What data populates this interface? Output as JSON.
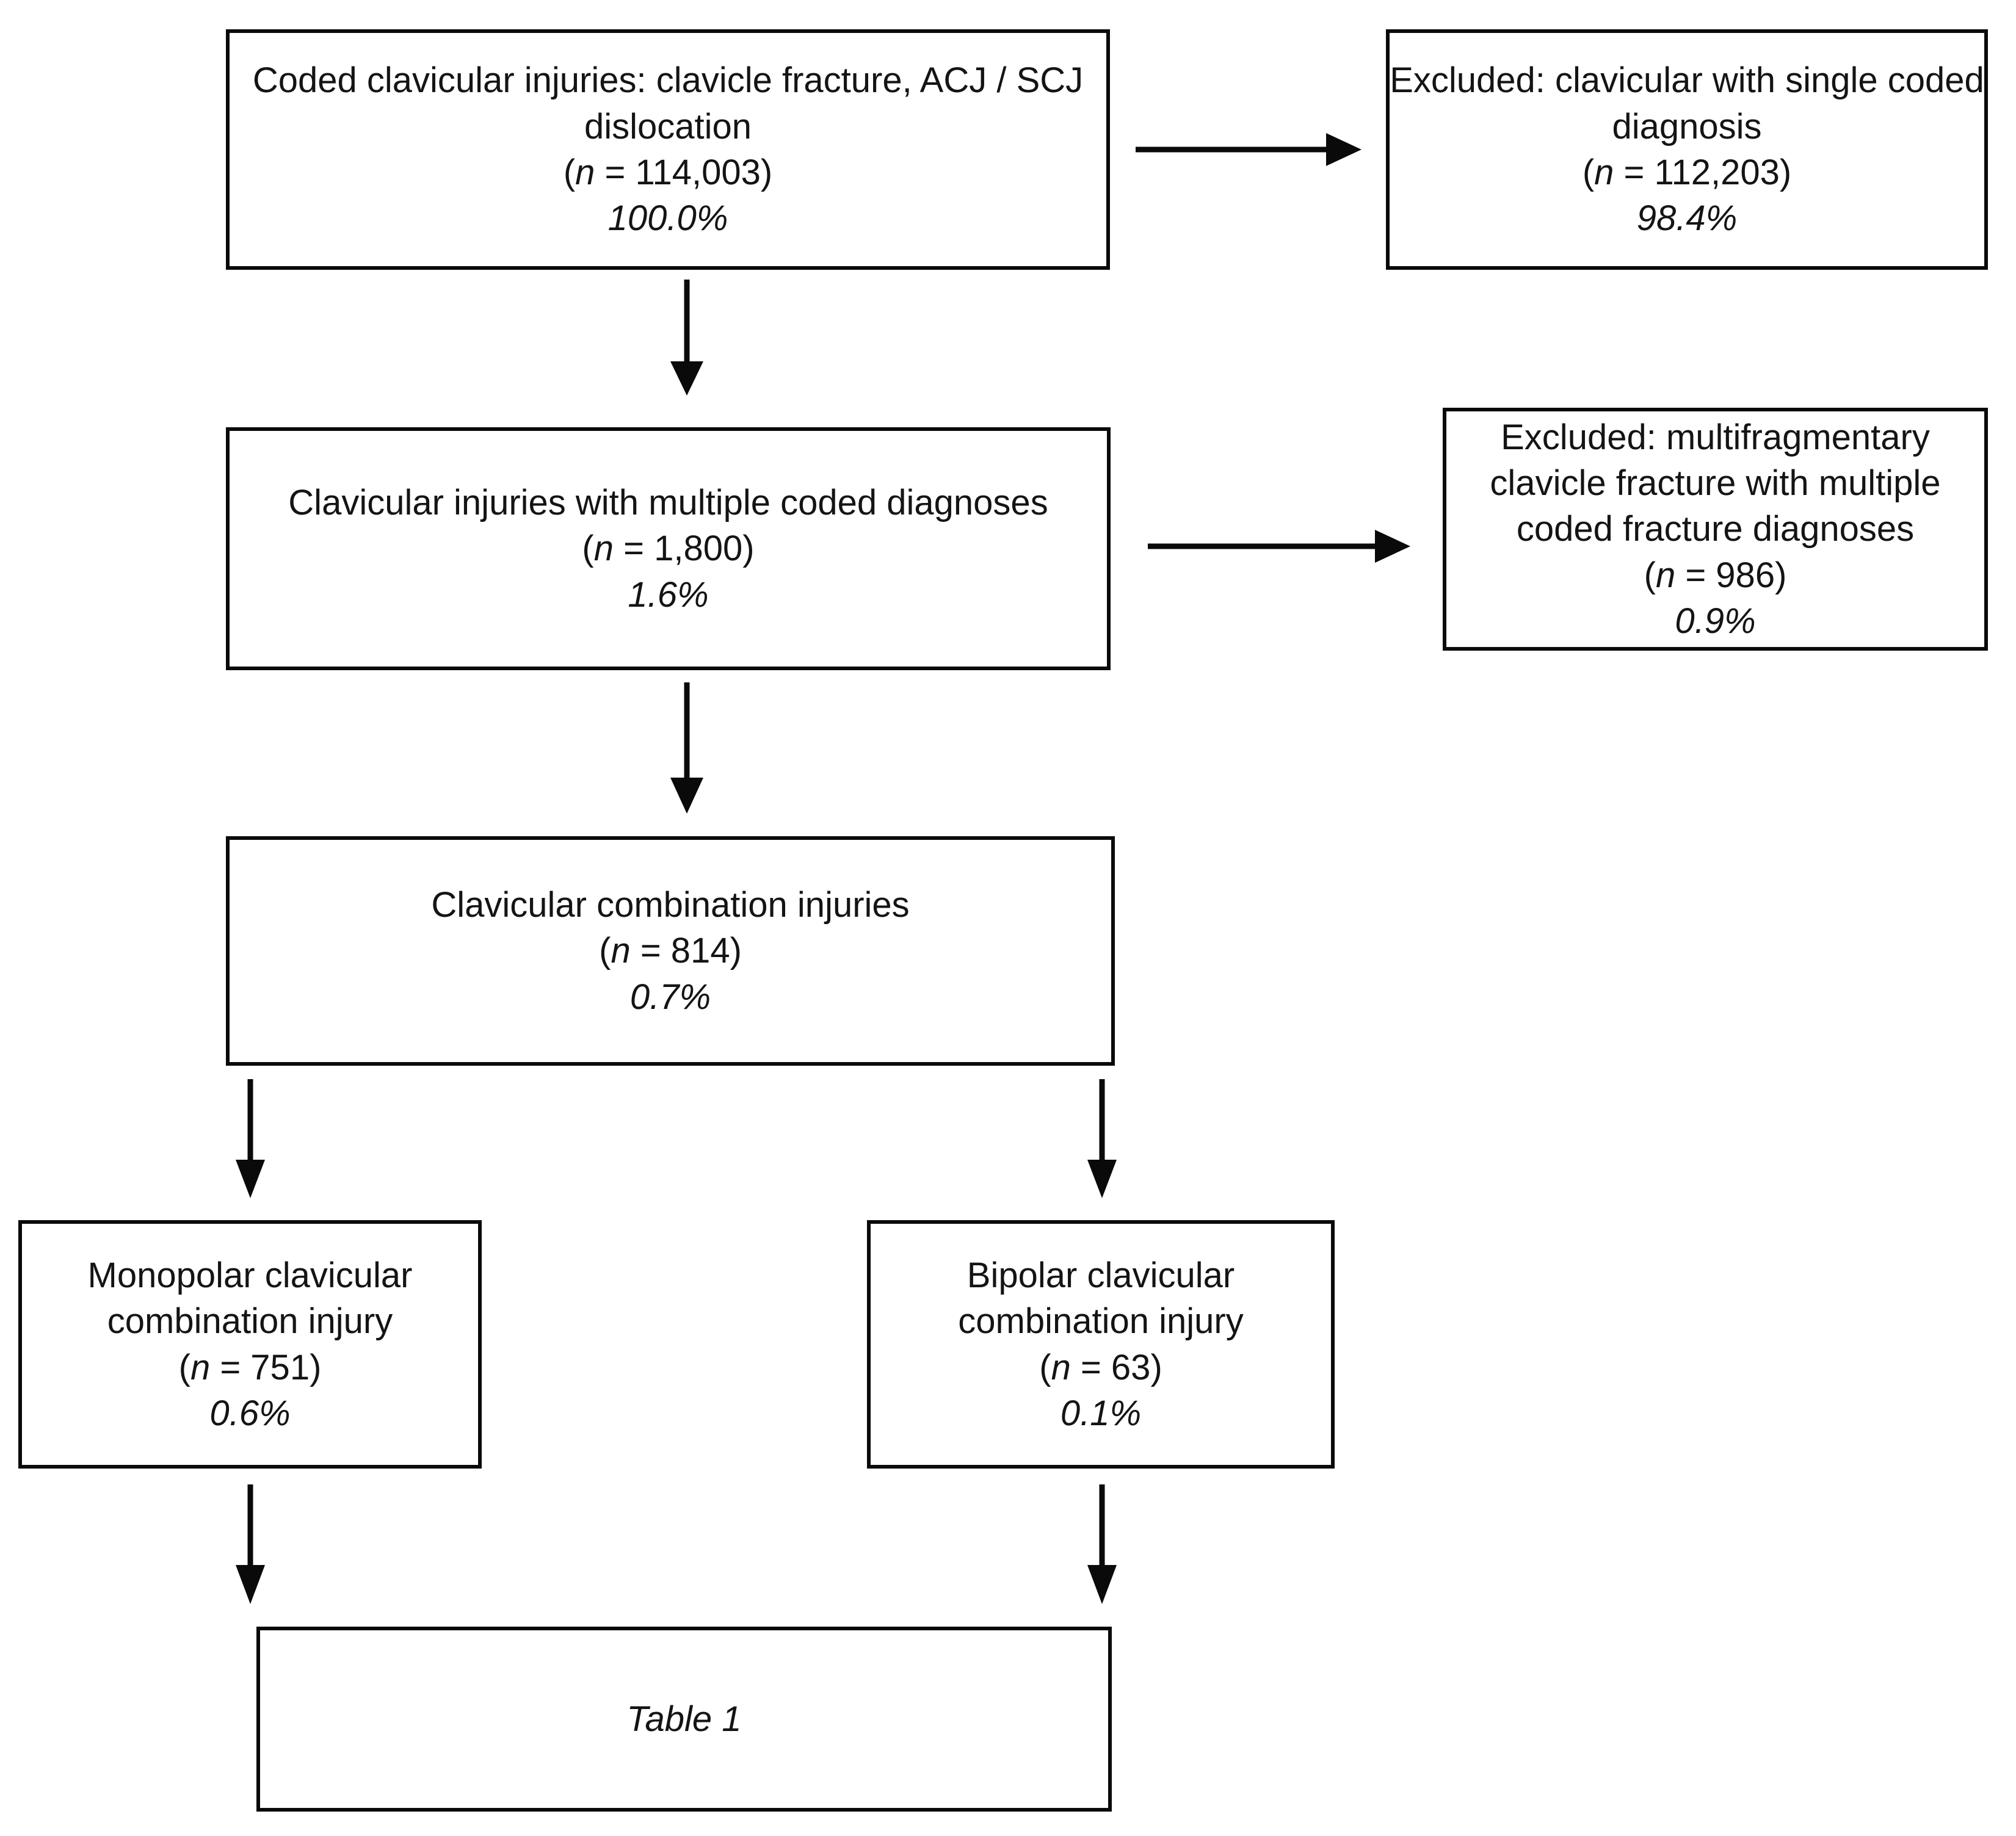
{
  "figure": {
    "type": "flowchart",
    "orientation": "top-to-bottom",
    "line_color": "#0a0a0a",
    "text_color": "#141414",
    "background": "#ffffff"
  },
  "nodes": {
    "coded_injuries": {
      "title": "Coded clavicular injuries: clavicle fracture, ACJ / SCJ dislocation",
      "n_label": "(n = 114,003)",
      "percent": "100.0%"
    },
    "excluded_single": {
      "title": "Excluded: clavicular with single coded diagnosis",
      "n_label": "(n = 112,203)",
      "percent": "98.4%"
    },
    "multiple_diagnoses": {
      "title": "Clavicular injuries with multiple coded diagnoses",
      "n_label": "(n = 1,800)",
      "percent": "1.6%"
    },
    "excluded_multifragmentary": {
      "title": "Excluded: multifragmentary clavicle fracture with multiple coded fracture diagnoses",
      "n_label": "(n = 986)",
      "percent": "0.9%"
    },
    "combination_injuries": {
      "title": "Clavicular combination injuries",
      "n_label": "(n = 814)",
      "percent": "0.7%"
    },
    "monopolar": {
      "title": "Monopolar clavicular combination injury",
      "n_label": "(n = 751)",
      "percent": "0.6%"
    },
    "bipolar": {
      "title": "Bipolar clavicular combination injury",
      "n_label": "(n = 63)",
      "percent": "0.1%"
    },
    "table1": {
      "title": "Table 1"
    }
  },
  "flow": {
    "edges": [
      {
        "id": "coded-to-excluded1",
        "from": "coded_injuries",
        "to": "excluded_single",
        "direction": "right"
      },
      {
        "id": "coded-to-multiple",
        "from": "coded_injuries",
        "to": "multiple_diagnoses",
        "direction": "down"
      },
      {
        "id": "multiple-to-excluded2",
        "from": "multiple_diagnoses",
        "to": "excluded_multifragmentary",
        "direction": "right"
      },
      {
        "id": "multiple-to-combination",
        "from": "multiple_diagnoses",
        "to": "combination_injuries",
        "direction": "down"
      },
      {
        "id": "combination-to-monopolar",
        "from": "combination_injuries",
        "to": "monopolar",
        "direction": "down"
      },
      {
        "id": "combination-to-bipolar",
        "from": "combination_injuries",
        "to": "bipolar",
        "direction": "down"
      },
      {
        "id": "monopolar-to-table1",
        "from": "monopolar",
        "to": "table1",
        "direction": "down"
      },
      {
        "id": "bipolar-to-table1",
        "from": "bipolar",
        "to": "table1",
        "direction": "down"
      }
    ]
  }
}
